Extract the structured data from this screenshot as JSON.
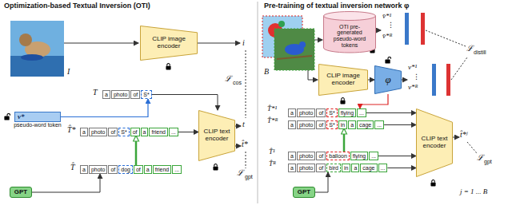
{
  "diagram": {
    "nodes": [
      {
        "text": [
          "CLIP image encoder"
        ]
      },
      {
        "text": [
          "a",
          "photo",
          "of",
          "S*"
        ]
      },
      {
        "text": [
          "a",
          "photo",
          "of",
          "S*",
          "of",
          "a",
          "friend",
          "..."
        ]
      },
      {
        "text": [
          "a",
          "photo",
          "of",
          "dog",
          "of",
          "a",
          "friend",
          "..."
        ]
      },
      {
        "text": [
          "CLIP text encoder"
        ]
      },
      {
        "text": [
          "v*",
          "pseudo-word token"
        ]
      },
      {
        "text": [
          "GPT"
        ]
      },
      {
        "text": [
          "CLIP image encoder"
        ]
      },
      {
        "text": [
          "OTI pre-generated pseudo-word tokens"
        ]
      },
      {
        "text": [
          "φ"
        ]
      },
      {
        "text": [
          "a",
          "photo",
          "of",
          "S*",
          "flying",
          "..."
        ]
      },
      {
        "text": [
          "a",
          "photo",
          "of",
          "S*",
          "in",
          "a",
          "cage",
          "..."
        ]
      },
      {
        "text": [
          "a",
          "photo",
          "of",
          "balloon",
          "flying",
          "..."
        ]
      },
      {
        "text": [
          "a",
          "photo",
          "of",
          "bird",
          "in",
          "a",
          "cage",
          "..."
        ]
      },
      {
        "text": [
          "CLIP text encoder"
        ]
      },
      {
        "text": [
          "GPT"
        ]
      }
    ],
    "edges": [
      {
        "from": 5,
        "to": 1,
        "arrow": "to"
      },
      {
        "from": 1,
        "to": 4,
        "arrow": "to"
      },
      {
        "from": 2,
        "to": 4,
        "arrow": "to"
      },
      {
        "from": 3,
        "to": 2,
        "arrow": "to"
      },
      {
        "from": 6,
        "to": 3,
        "arrow": "to"
      },
      {
        "from": 7,
        "to": 9,
        "arrow": "to"
      },
      {
        "from": 9,
        "to": 10,
        "arrow": "to"
      },
      {
        "from": 10,
        "to": 14,
        "arrow": "to"
      },
      {
        "from": 11,
        "to": 14,
        "arrow": "to"
      },
      {
        "from": 12,
        "to": 14,
        "arrow": "to"
      },
      {
        "from": 13,
        "to": 14,
        "arrow": "to"
      },
      {
        "from": 15,
        "to": 13,
        "arrow": "to"
      },
      {
        "from": 12,
        "to": 11,
        "arrow": "to"
      }
    ],
    "labels": [
      "Optimization-based Textual Inversion (OTI)",
      "I",
      "i",
      "ℒ",
      "cos",
      "t",
      "T",
      "T̂*",
      "T̂",
      "t̂*",
      "ℒ",
      "gpt",
      "Pre-training of textual inversion network φ",
      "B",
      "v̄*¹",
      "⋮",
      "v̄*ᴮ",
      "v*¹",
      "⋮",
      "v*ᴮ",
      "ℒ",
      "distill",
      "T̂*¹",
      "T̂*ᴮ",
      "T̂¹",
      "T̂ᴮ",
      "t̂*ʲ",
      "ℒ",
      "gpt",
      "j = 1 ... B"
    ]
  }
}
